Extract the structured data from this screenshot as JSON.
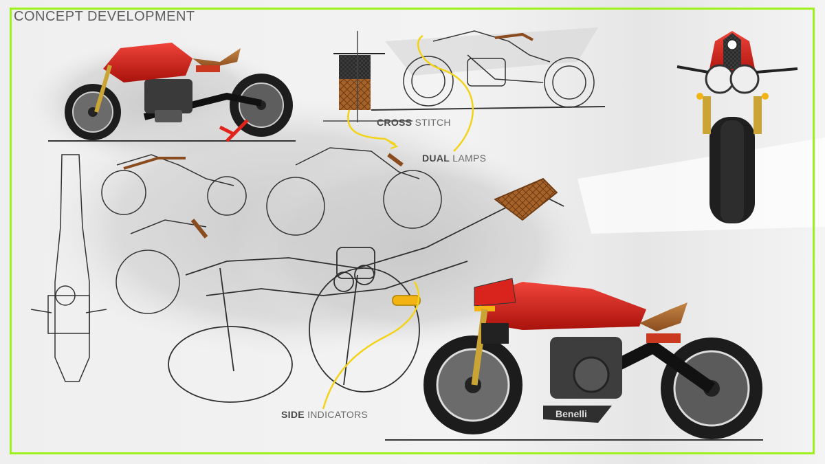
{
  "title": "CONCEPT DEVELOPMENT",
  "callouts": {
    "cross_stitch": {
      "emphasis": "CROSS",
      "rest": " STITCH"
    },
    "dual_lamps": {
      "emphasis": "DUAL",
      "rest": " LAMPS"
    },
    "side_indicators": {
      "emphasis": "SIDE",
      "rest": " INDICATORS"
    }
  },
  "brand_mark": "Benelli",
  "colors": {
    "frame_border": "#9ef21c",
    "callout_line": "#f3d317",
    "body_red": "#d8241c",
    "seat_tan": "#a9672e",
    "fork_gold": "#caa435"
  }
}
